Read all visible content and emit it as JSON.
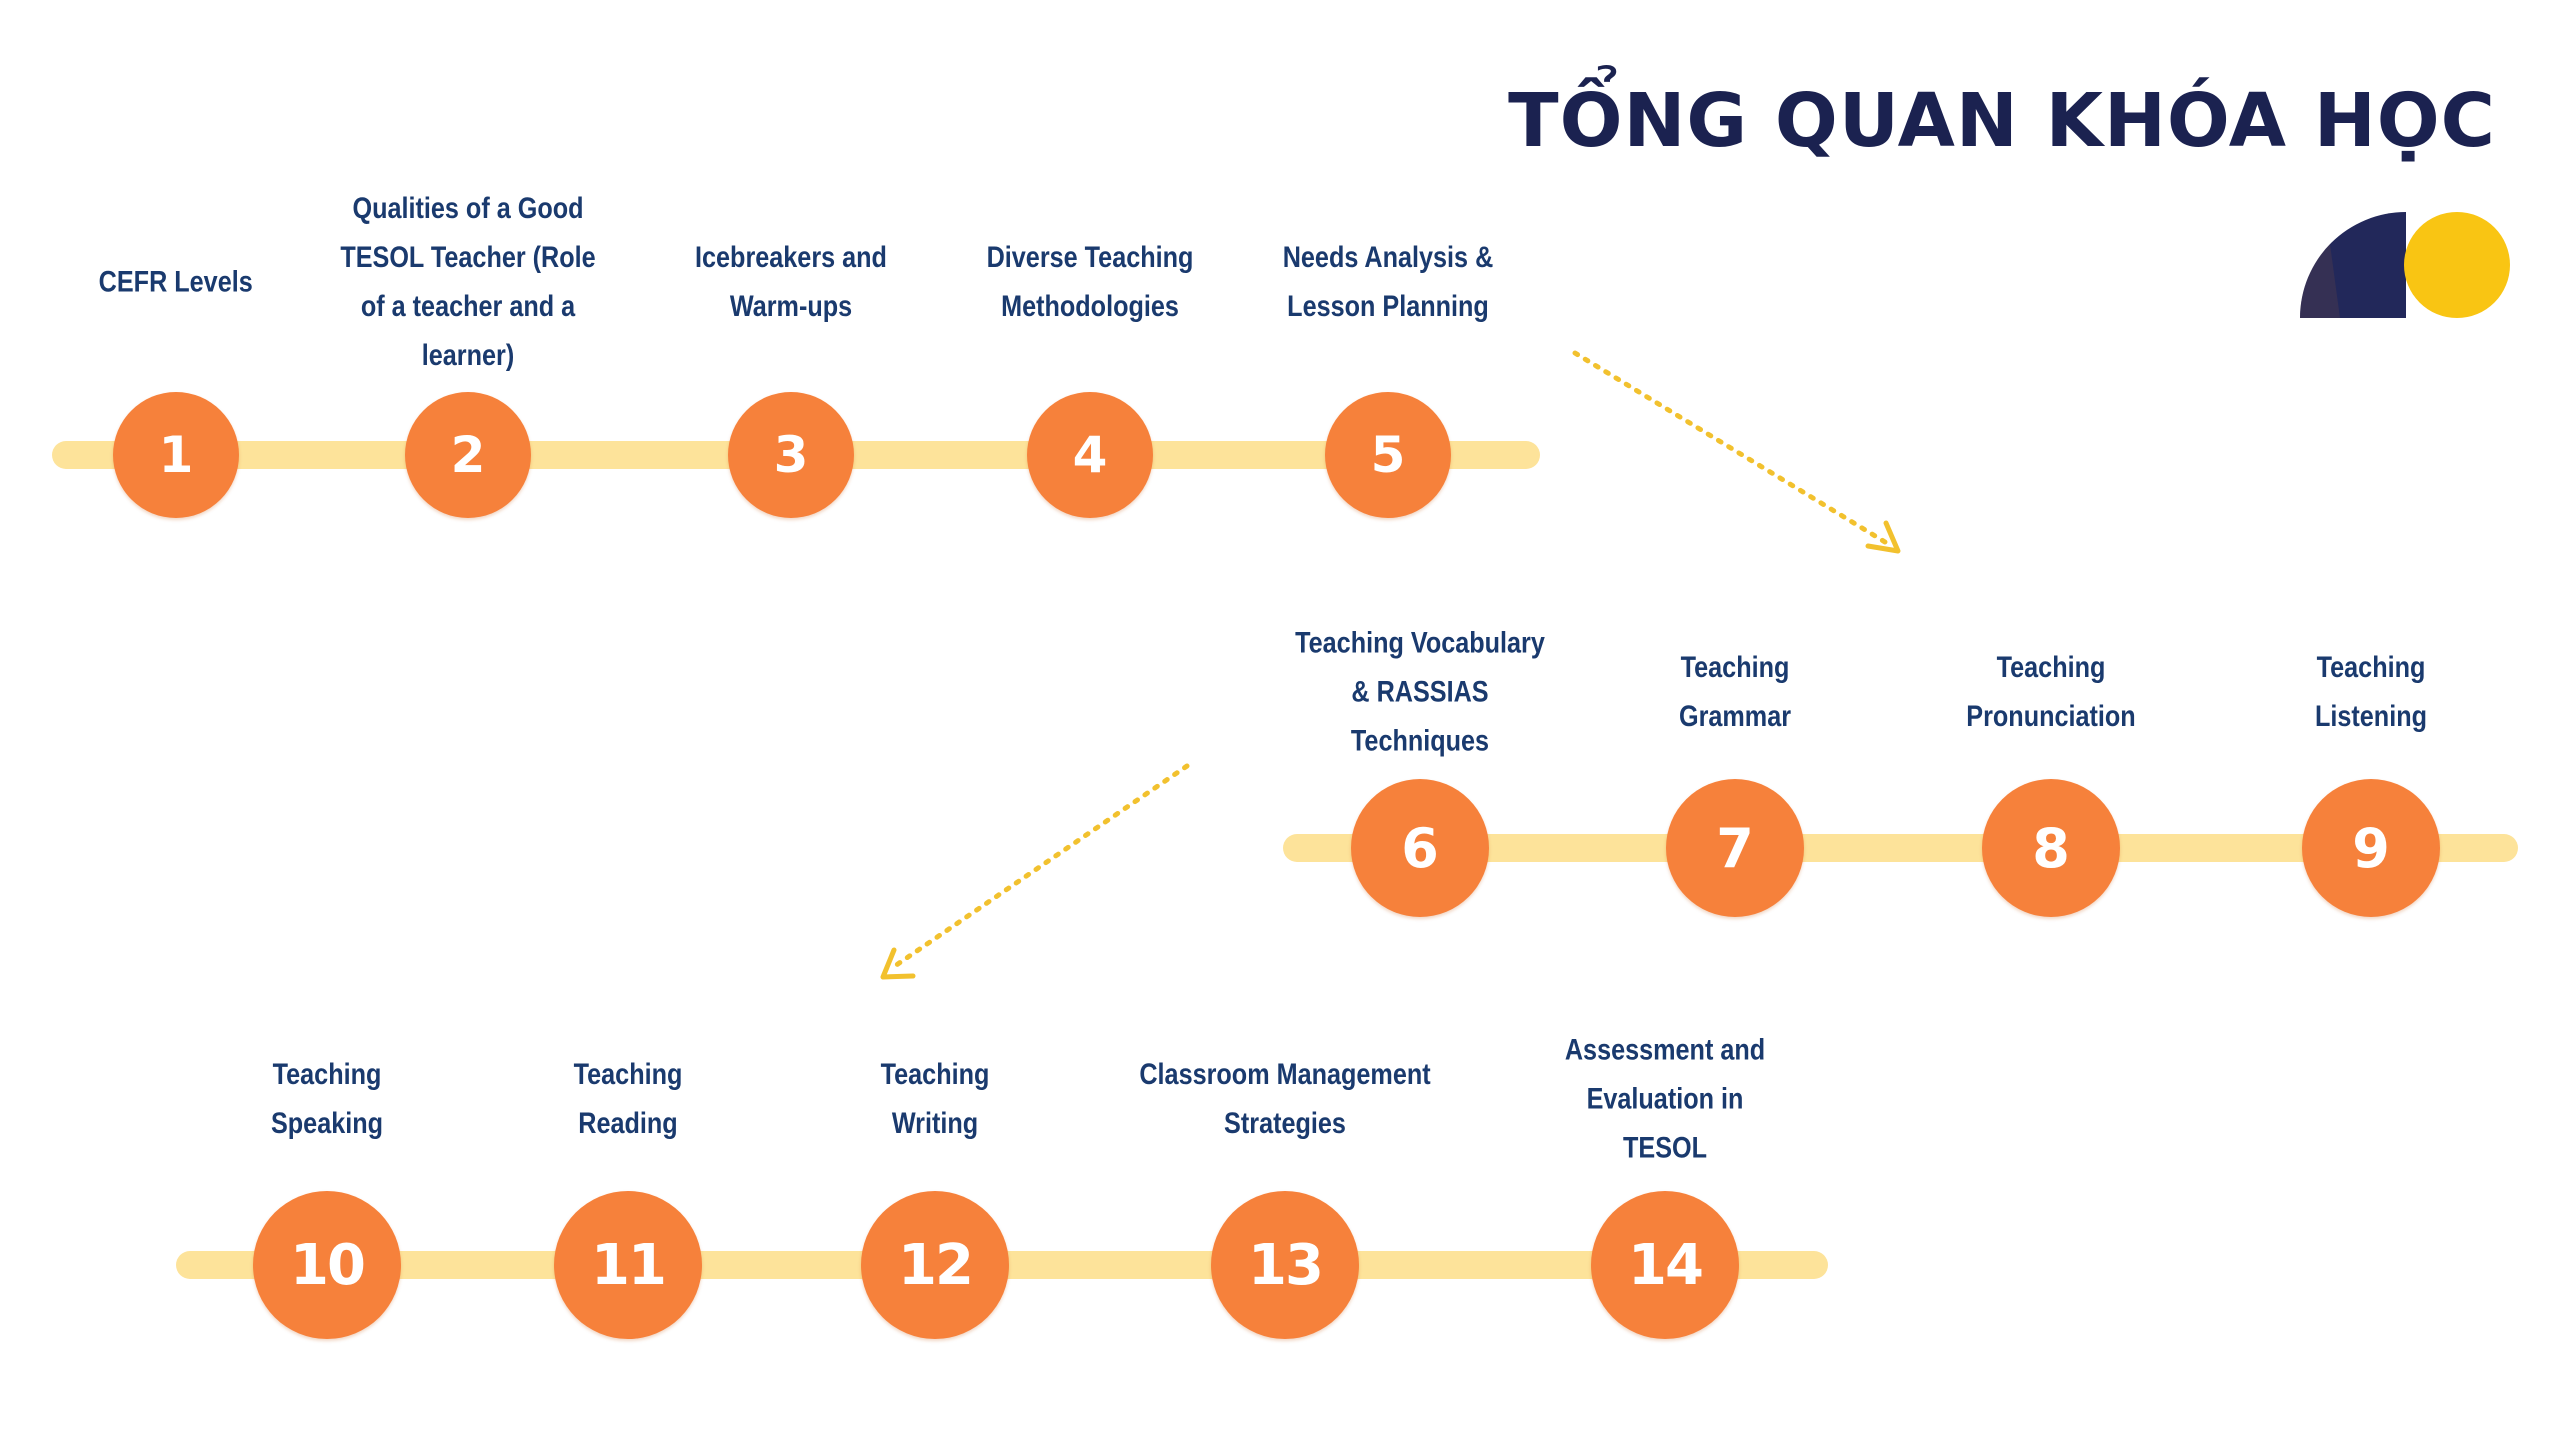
{
  "title": "TỔNG QUAN KHÓA HỌC",
  "colors": {
    "title": "#1b2250",
    "label": "#1a3a6e",
    "circle": "#f6813b",
    "track": "#fde39a",
    "arrow": "#f2c12e",
    "logo_navy": "#22285a",
    "logo_yellow": "#f9c513"
  },
  "steps": [
    {
      "number": "1",
      "label": "CEFR Levels"
    },
    {
      "number": "2",
      "label": "Qualities of a Good TESOL Teacher (Role of a teacher and a learner)"
    },
    {
      "number": "3",
      "label": "Icebreakers and Warm-ups"
    },
    {
      "number": "4",
      "label": "Diverse Teaching Methodologies"
    },
    {
      "number": "5",
      "label": "Needs Analysis & Lesson Planning"
    },
    {
      "number": "6",
      "label": "Teaching Vocabulary & RASSIAS Techniques"
    },
    {
      "number": "7",
      "label": "Teaching Grammar"
    },
    {
      "number": "8",
      "label": "Teaching Pronunciation"
    },
    {
      "number": "9",
      "label": "Teaching Listening"
    },
    {
      "number": "10",
      "label": "Teaching Speaking"
    },
    {
      "number": "11",
      "label": "Teaching Reading"
    },
    {
      "number": "12",
      "label": "Teaching Writing"
    },
    {
      "number": "13",
      "label": "Classroom Management Strategies"
    },
    {
      "number": "14",
      "label": "Assessment and Evaluation in TESOL"
    }
  ]
}
